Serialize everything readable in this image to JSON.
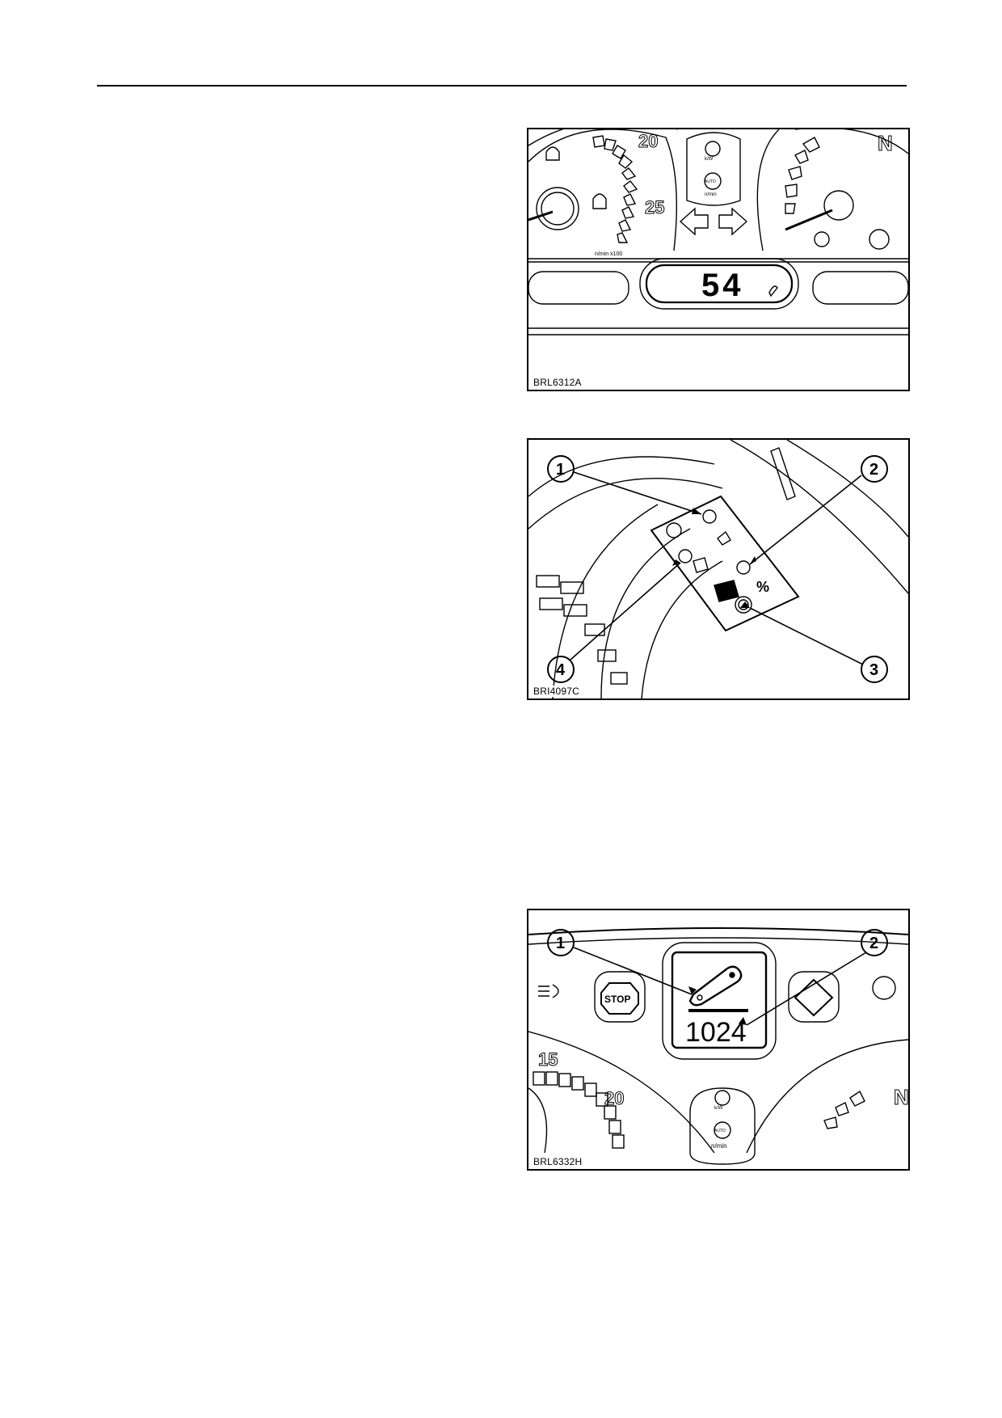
{
  "figures": [
    {
      "id_label": "BRL6312A",
      "display_value": "54",
      "scale_labels": [
        "20",
        "25",
        "N"
      ],
      "unit_label": "n/min x100",
      "button_labels": [
        "k/W",
        "AUTO",
        "n/min"
      ]
    },
    {
      "id_label": "BRI4097C",
      "callouts": [
        "1",
        "2",
        "3",
        "4"
      ],
      "symbol_text": "%"
    },
    {
      "id_label": "BRL6332H",
      "callouts": [
        "1",
        "2"
      ],
      "display_value": "1024",
      "stop_label": "STOP",
      "scale_labels": [
        "15",
        "20",
        "N"
      ],
      "button_labels": [
        "k/W",
        "AUTO",
        "n/min"
      ]
    }
  ]
}
